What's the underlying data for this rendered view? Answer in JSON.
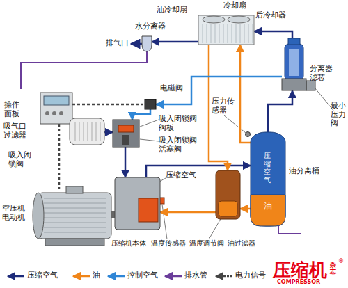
{
  "diagram": {
    "nodes": [
      {
        "text": [
          "操作面板"
        ]
      },
      {
        "text": [
          "冷却扇",
          "油冷却扇",
          "后冷却器"
        ]
      },
      {
        "text": [
          "水分离器"
        ]
      },
      {
        "text": [
          "吸气口过滤器"
        ]
      },
      {
        "text": [
          "吸入闭锁阀"
        ]
      },
      {
        "text": [
          "电磁阀"
        ]
      },
      {
        "text": [
          "空压机电动机"
        ]
      },
      {
        "text": [
          "压缩机本体"
        ]
      },
      {
        "text": [
          "油过滤器"
        ]
      },
      {
        "text": [
          "油分离桶",
          "压缩空气",
          "油"
        ]
      },
      {
        "text": [
          "分离器滤芯"
        ]
      }
    ],
    "edges": [
      {
        "from": 7,
        "to": 9,
        "arrow": "to"
      },
      {
        "from": 9,
        "to": 10,
        "arrow": "to"
      },
      {
        "from": 10,
        "to": 1,
        "arrow": "to"
      },
      {
        "from": 1,
        "to": 2,
        "arrow": "to"
      },
      {
        "from": 9,
        "to": 1,
        "arrow": "to"
      },
      {
        "from": 1,
        "to": 8,
        "arrow": "to"
      },
      {
        "from": 8,
        "to": 7,
        "arrow": "to"
      },
      {
        "from": 9,
        "to": 8,
        "arrow": "to"
      },
      {
        "from": 3,
        "to": 4,
        "arrow": "to"
      },
      {
        "from": 4,
        "to": 7,
        "arrow": "to"
      },
      {
        "from": 5,
        "to": 4,
        "arrow": "to"
      },
      {
        "from": 10,
        "to": 5,
        "arrow": "to"
      },
      {
        "from": 0,
        "to": 5,
        "arrow": "none"
      },
      {
        "from": 0,
        "to": 6,
        "arrow": "none"
      }
    ],
    "labels": [
      "排气口",
      "吸入闭锁阀阀板",
      "吸入闭锁阀活塞阀",
      "压力传感器",
      "压缩空气",
      "温度传感器",
      "温度调节阀",
      "最小压力阀",
      "压缩机",
      "杂志",
      "COMPRESSOR",
      "®"
    ],
    "legend": [
      {
        "text": "压缩空气"
      },
      {
        "text": "油"
      },
      {
        "text": "控制空气"
      },
      {
        "text": "排水管"
      },
      {
        "text": "电力信号"
      }
    ]
  }
}
